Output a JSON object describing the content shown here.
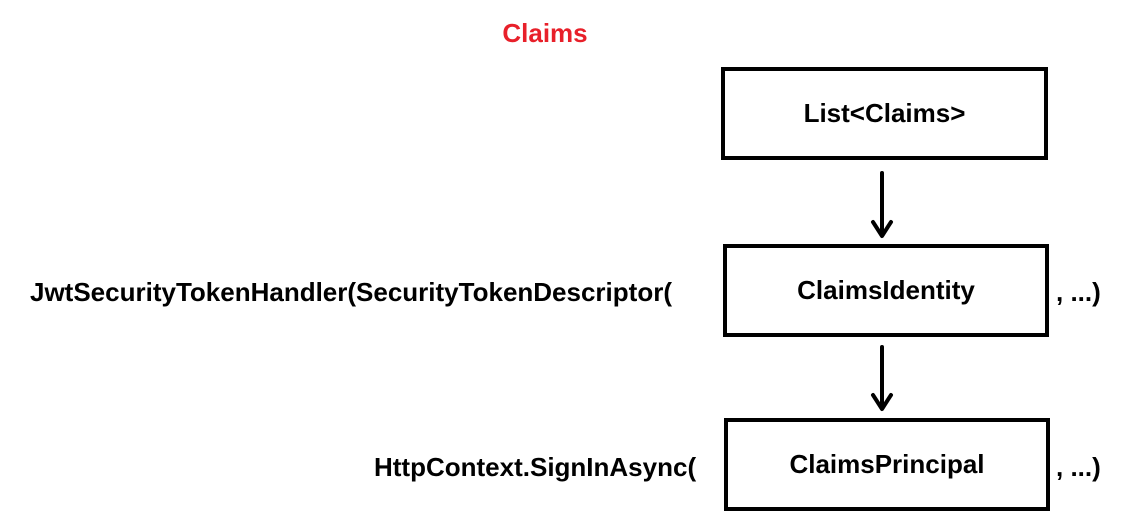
{
  "title": "Claims",
  "title_color": "#e8202a",
  "boxes": {
    "list_claims": "List<Claims>",
    "claims_identity": "ClaimsIdentity",
    "claims_principal": "ClaimsPrincipal"
  },
  "side_labels": {
    "jwt_prefix": "JwtSecurityTokenHandler(SecurityTokenDescriptor(",
    "identity_suffix": ", ...)",
    "http_prefix": "HttpContext.SignInAsync(",
    "principal_suffix": ", ...)"
  },
  "connectors": [
    {
      "from": "List<Claims>",
      "to": "ClaimsIdentity",
      "style": "arrow"
    },
    {
      "from": "ClaimsIdentity",
      "to": "ClaimsPrincipal",
      "style": "arrow"
    }
  ]
}
